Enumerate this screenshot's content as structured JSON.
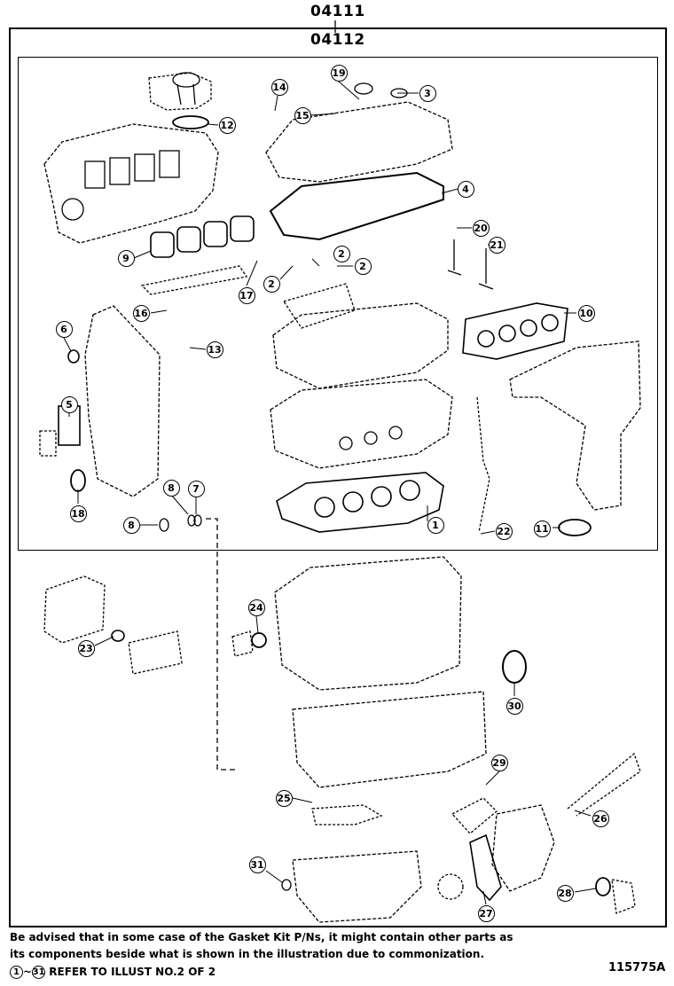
{
  "header": {
    "kit_part_no": "04111",
    "subkit_part_no": "04112"
  },
  "callouts": [
    "1",
    "2",
    "3",
    "4",
    "5",
    "6",
    "7",
    "8",
    "9",
    "10",
    "11",
    "12",
    "13",
    "14",
    "15",
    "16",
    "17",
    "18",
    "19",
    "20",
    "21",
    "22",
    "23",
    "24",
    "25",
    "26",
    "27",
    "28",
    "29",
    "30",
    "31"
  ],
  "footer": {
    "advisory_line1": "Be advised that in some case of the Gasket Kit P/Ns,  it might contain other parts as",
    "advisory_line2": "its components beside what is shown in the illustration due to commonization.",
    "ref_from": "1",
    "ref_tilde": "~",
    "ref_to": "31",
    "ref_text": "REFER TO ILLUST NO.2 OF 2",
    "figure_id": "115775A"
  }
}
